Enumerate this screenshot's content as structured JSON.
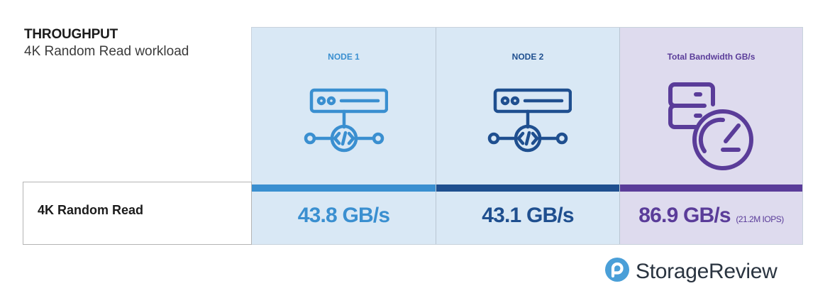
{
  "heading": {
    "title": "THROUGHPUT",
    "subtitle": "4K Random Read workload"
  },
  "row_label": "4K Random Read",
  "colors": {
    "node1": "#3a8fd0",
    "node2": "#1f4f8f",
    "total": "#5a3c99",
    "node_bg": "#d9e8f5",
    "total_bg": "#dedbee"
  },
  "chart_data": {
    "type": "table",
    "row": "4K Random Read",
    "columns": [
      {
        "header": "NODE 1",
        "value": 43.8,
        "display": "43.8 GB/s",
        "note": "",
        "icon": "server-code-icon"
      },
      {
        "header": "NODE 2",
        "value": 43.1,
        "display": "43.1 GB/s",
        "note": "",
        "icon": "server-code-icon"
      },
      {
        "header": "Total Bandwidth GB/s",
        "value": 86.9,
        "display": "86.9 GB/s",
        "note": "(21.2M IOPS)",
        "icon": "server-gauge-icon"
      }
    ]
  },
  "brand": {
    "name": "StorageReview",
    "icon": "storagereview-logo-icon"
  }
}
